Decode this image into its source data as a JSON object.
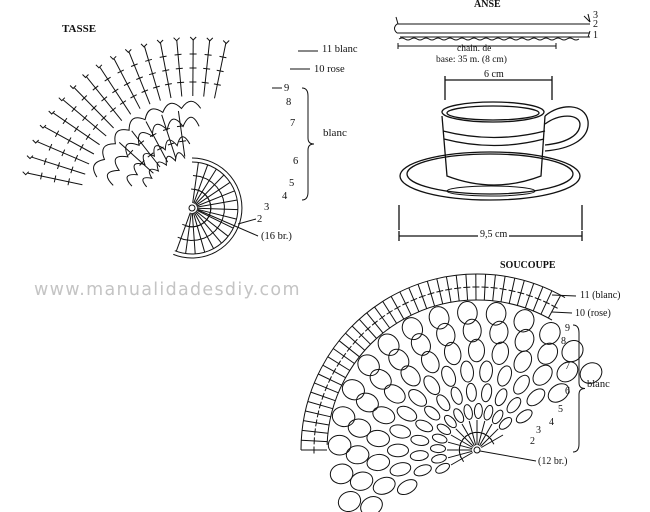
{
  "tasse": {
    "title": "TASSE",
    "rows": [
      {
        "num": "11",
        "text": "blanc"
      },
      {
        "num": "10",
        "text": "rose"
      },
      {
        "num": "9"
      },
      {
        "num": "8"
      },
      {
        "num": "7"
      },
      {
        "num": "6"
      },
      {
        "num": "5"
      },
      {
        "num": "4"
      },
      {
        "num": "3"
      },
      {
        "num": "2"
      }
    ],
    "bracket_label": "blanc",
    "center_note": "(16 br.)"
  },
  "anse": {
    "title": "ANSE",
    "row_labels": [
      "3",
      "2",
      "1"
    ],
    "base_line1": "chain. de",
    "base_line2": "base: 35 m. (8 cm)"
  },
  "cup": {
    "top_dim": "6 cm",
    "bottom_dim": "9,5 cm"
  },
  "watermark": "www.manualidadesdiy.com",
  "soucoupe": {
    "title": "SOUCOUPE",
    "rows": [
      {
        "num": "11",
        "text": "(blanc)"
      },
      {
        "num": "10",
        "text": "(rose)"
      },
      {
        "num": "9"
      },
      {
        "num": "8"
      },
      {
        "num": "7"
      },
      {
        "num": "6"
      },
      {
        "num": "5"
      },
      {
        "num": "4"
      },
      {
        "num": "3"
      },
      {
        "num": "2"
      }
    ],
    "bracket_label": "blanc",
    "center_note": "(12 br.)"
  },
  "colors": {
    "ink": "#111111",
    "watermark": "#c4c4c4",
    "background": "#ffffff"
  }
}
